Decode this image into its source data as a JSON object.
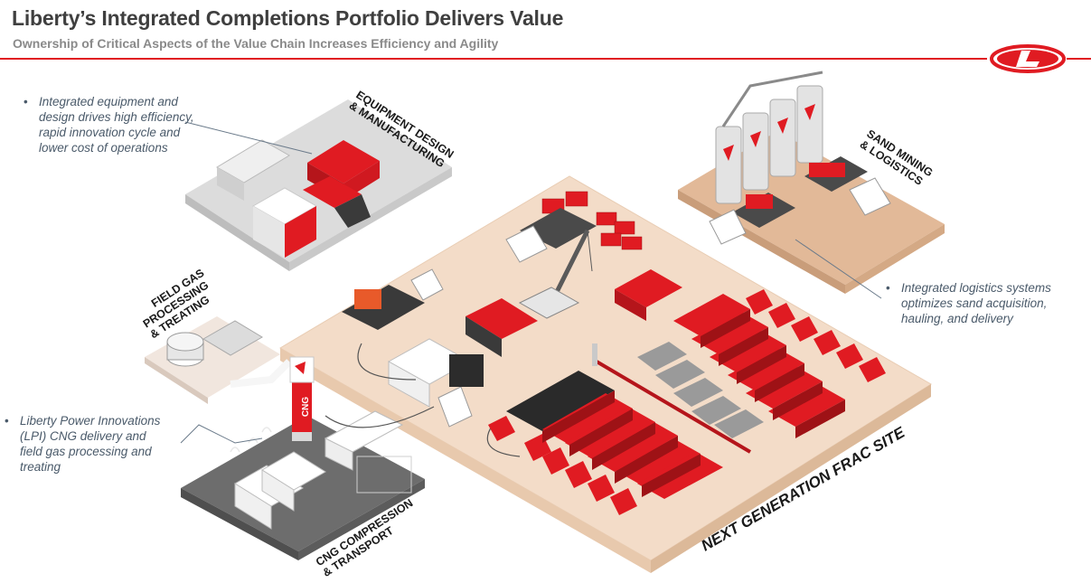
{
  "header": {
    "title": "Liberty’s Integrated Completions Portfolio Delivers Value",
    "subtitle": "Ownership of Critical Aspects of the Value Chain Increases Efficiency and Agility"
  },
  "logo": {
    "icon": "liberty-logo-icon",
    "color": "#e01b22"
  },
  "bullets": {
    "equipment": "Integrated equipment and\ndesign drives high efficiency,\nrapid innovation cycle and\nlower cost of operations",
    "logistics": "Integrated logistics systems\noptimizes sand acquisition,\nhauling, and delivery",
    "lpi": "Liberty Power Innovations\n(LPI) CNG delivery and\nfield gas processing and\ntreating"
  },
  "areas": {
    "equipment_line1": "EQUIPMENT DESIGN",
    "equipment_line2": "& MANUFACTURING",
    "sand_line1": "SAND MINING",
    "sand_line2": "& LOGISTICS",
    "fieldgas_line1": "FIELD GAS",
    "fieldgas_line2": "PROCESSING",
    "fieldgas_line3": "& TREATING",
    "cng_line1": "CNG COMPRESSION",
    "cng_line2": "& TRANSPORT",
    "frac_site": "NEXT GENERATION FRAC SITE"
  },
  "signage": {
    "cng_tower": "CNG"
  },
  "colors": {
    "accent_red": "#e01b22",
    "site_ground": "#f3dcc8",
    "sand_ground": "#e2b998",
    "concrete": "#d9d9d9",
    "asphalt": "#6d6d6d"
  }
}
